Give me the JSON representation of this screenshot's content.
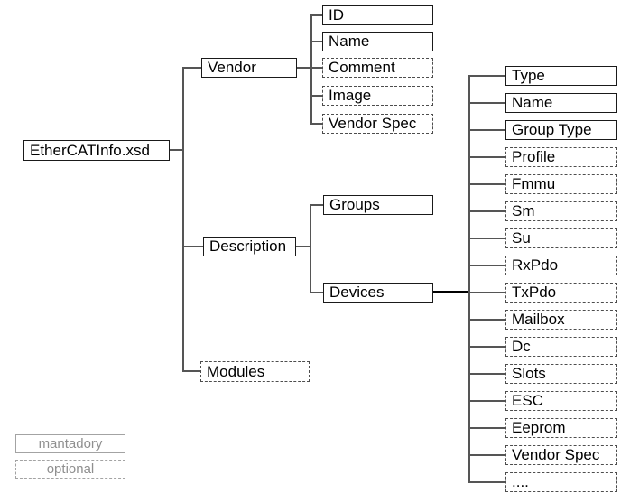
{
  "diagram": {
    "root": {
      "label": "EtherCATInfo.xsd",
      "required": true
    },
    "vendor": {
      "label": "Vendor",
      "required": true,
      "children": {
        "id": {
          "label": "ID",
          "required": true
        },
        "name": {
          "label": "Name",
          "required": true
        },
        "comment": {
          "label": "Comment",
          "required": false
        },
        "image": {
          "label": "Image",
          "required": false
        },
        "vendor_spec": {
          "label": "Vendor Spec",
          "required": false
        }
      }
    },
    "description": {
      "label": "Description",
      "required": true,
      "children": {
        "groups": {
          "label": "Groups",
          "required": true
        },
        "devices": {
          "label": "Devices",
          "required": true,
          "children": {
            "type": {
              "label": "Type",
              "required": true
            },
            "name": {
              "label": "Name",
              "required": true
            },
            "group_type": {
              "label": "Group Type",
              "required": true
            },
            "profile": {
              "label": "Profile",
              "required": false
            },
            "fmmu": {
              "label": "Fmmu",
              "required": false
            },
            "sm": {
              "label": "Sm",
              "required": false
            },
            "su": {
              "label": "Su",
              "required": false
            },
            "rxpdo": {
              "label": "RxPdo",
              "required": false
            },
            "txpdo": {
              "label": "TxPdo",
              "required": false
            },
            "mailbox": {
              "label": "Mailbox",
              "required": false
            },
            "dc": {
              "label": "Dc",
              "required": false
            },
            "slots": {
              "label": "Slots",
              "required": false
            },
            "esc": {
              "label": "ESC",
              "required": false
            },
            "eeprom": {
              "label": "Eeprom",
              "required": false
            },
            "vendor_spec": {
              "label": "Vendor Spec",
              "required": false
            },
            "more": {
              "label": "....",
              "required": false
            }
          }
        }
      }
    },
    "modules": {
      "label": "Modules",
      "required": false
    }
  },
  "legend": {
    "mandatory_label": "mantadory",
    "optional_label": "optional"
  },
  "colors": {
    "solid_border": "#1a1a1a",
    "dashed_border": "#4d4d4d",
    "connector": "#555555",
    "devices_connector": "#000000",
    "legend_gray": "#8f8f8f"
  }
}
